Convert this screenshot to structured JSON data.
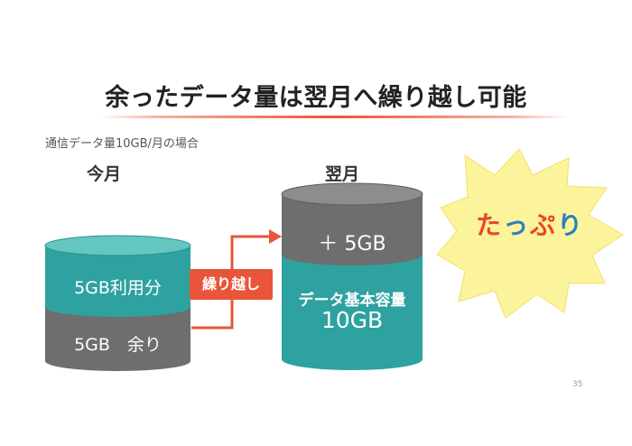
{
  "slide": {
    "title": "余ったデータ量は翌月へ繰り越し可能",
    "subtitle": "通信データ量10GB/月の場合",
    "page_number": "35"
  },
  "this_month": {
    "label": "今月",
    "used": "5GB利用分",
    "remaining": "5GB　余り"
  },
  "carry_over": {
    "label": "繰り越し"
  },
  "next_month": {
    "label": "翌月",
    "added": "＋ 5GB",
    "base_label": "データ基本容量",
    "base_value": "10GB"
  },
  "callout": {
    "text": "たっぷり"
  },
  "colors": {
    "teal": "#2ea2a0",
    "gray": "#6e6e6e",
    "accent_red": "#e8553a",
    "star_yellow": "#fbf49a",
    "text_red": "#e8462f",
    "text_blue": "#2d7ec2"
  }
}
